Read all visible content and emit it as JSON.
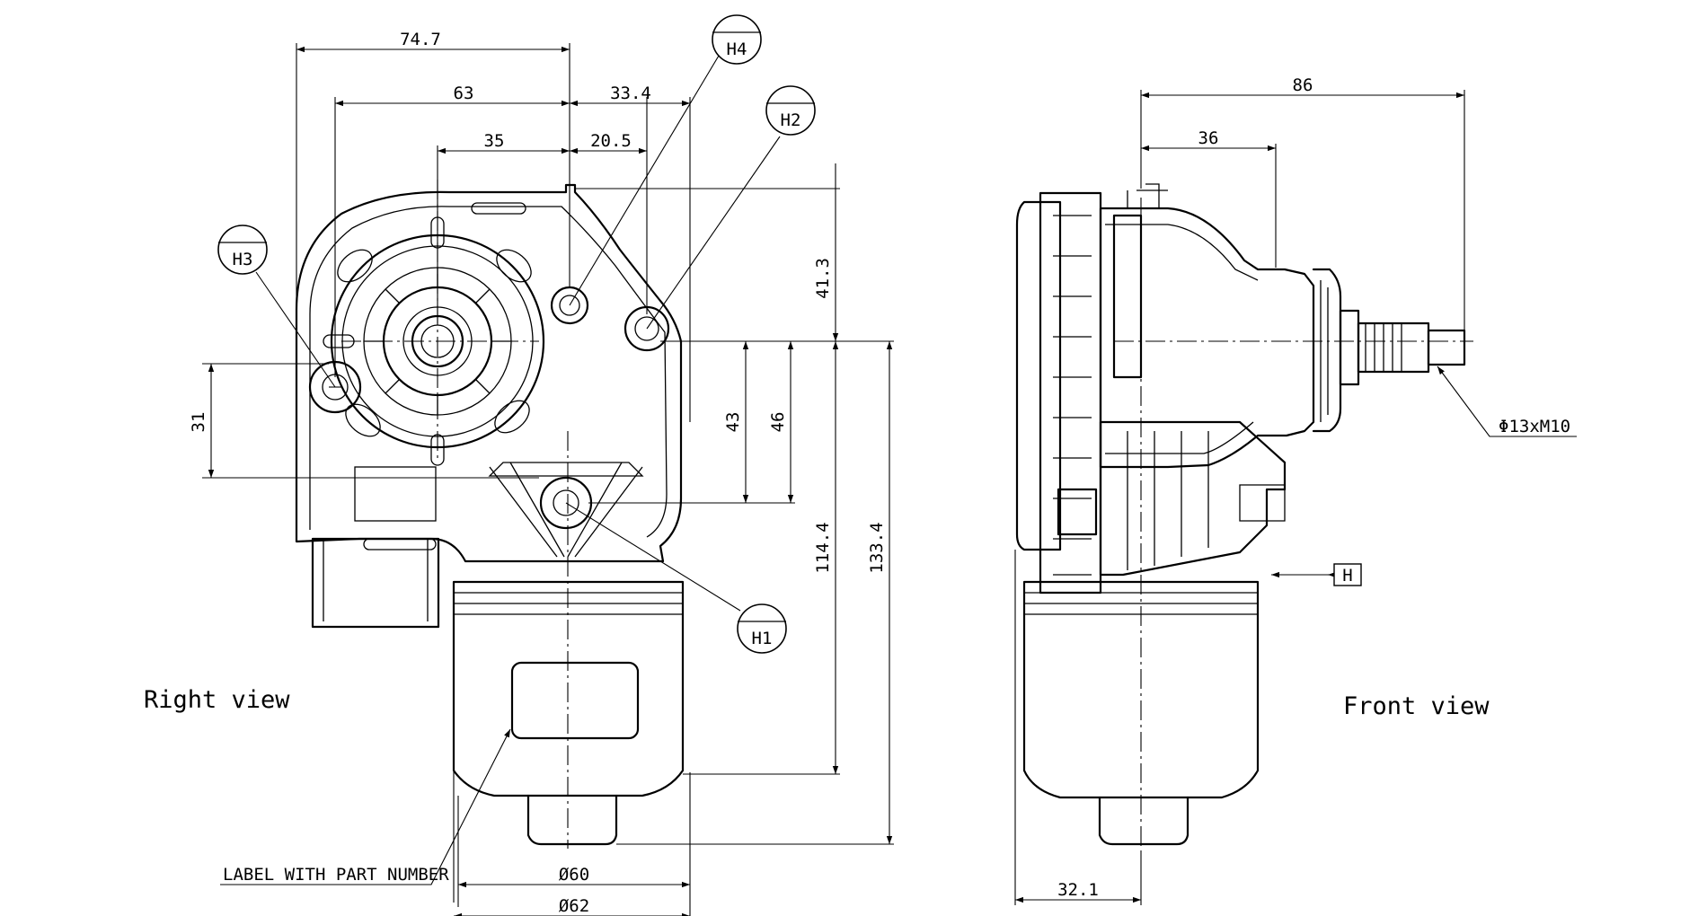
{
  "views": {
    "right_view_label": "Right view",
    "front_view_label": "Front view"
  },
  "dimensions": {
    "d74_7": "74.7",
    "d63": "63",
    "d33_4": "33.4",
    "d35": "35",
    "d20_5": "20.5",
    "d41_3": "41.3",
    "d31": "31",
    "d43": "43",
    "d46": "46",
    "d114_4": "114.4",
    "d133_4": "133.4",
    "dia60": "Ø60",
    "dia62": "Ø62",
    "d86": "86",
    "d36": "36",
    "d32_1": "32.1",
    "shaft": "Φ13xM10"
  },
  "callouts": {
    "label_note": "LABEL WITH PART NUMBER",
    "h1": "H1",
    "h2": "H2",
    "h3": "H3",
    "h4": "H4",
    "h": "H"
  }
}
